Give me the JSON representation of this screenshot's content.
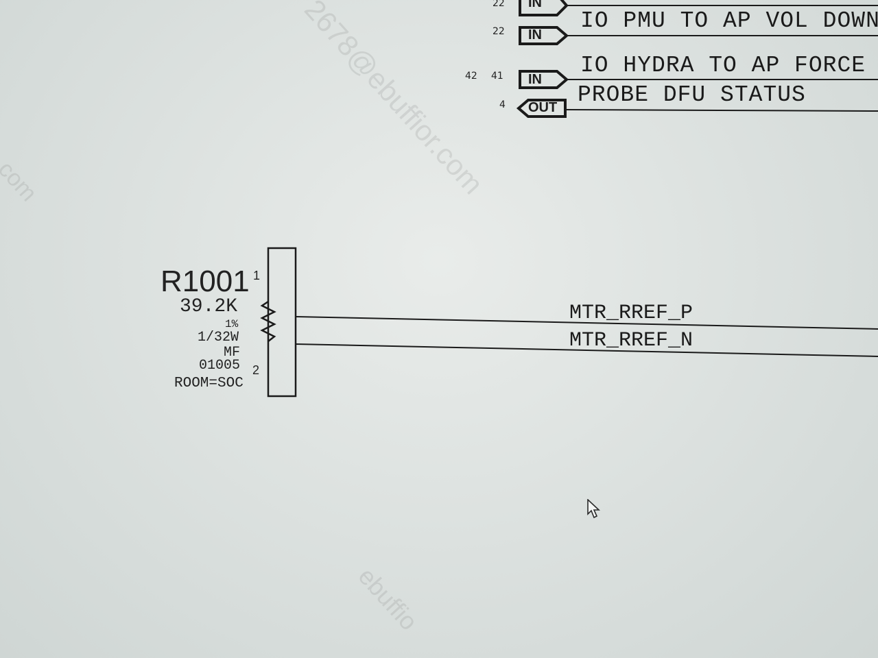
{
  "off_page_connectors": [
    {
      "pin_refs": [
        "22"
      ],
      "direction": "IN",
      "signal": "",
      "partial": true
    },
    {
      "pin_refs": [
        "22"
      ],
      "direction": "IN",
      "signal": "IO PMU TO AP VOL DOWN"
    },
    {
      "pin_refs": [
        "42",
        "41"
      ],
      "direction": "IN",
      "signal": "IO HYDRA TO AP FORCE"
    },
    {
      "pin_refs": [
        "4"
      ],
      "direction": "OUT",
      "signal": "PROBE DFU STATUS"
    }
  ],
  "component": {
    "refdes": "R1001",
    "value": "39.2K",
    "tolerance": "1%",
    "power": "1/32W",
    "type": "MF",
    "package": "01005",
    "room": "ROOM=SOC",
    "pin1": "1",
    "pin2": "2"
  },
  "nets": [
    {
      "name": "MTR_RREF_P"
    },
    {
      "name": "MTR_RREF_N"
    }
  ],
  "watermark": {
    "text": "2678@ebuffior.com",
    "text2": "com",
    "text3": "ebuffio"
  },
  "icons": [
    "resistor-zigzag-icon",
    "mouse-pointer-icon"
  ]
}
